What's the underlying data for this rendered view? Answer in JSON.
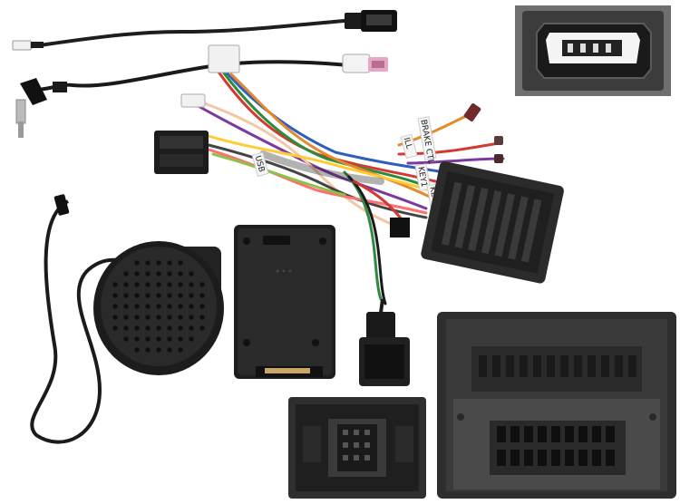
{
  "labels": {
    "brake": "BRAKE CTL",
    "usb": "USB",
    "key1": "KEY1",
    "key2": "KEY2",
    "ill": "ILL"
  },
  "colors": {
    "background": "#ffffff",
    "plastic": "#2b2b2b",
    "plastic_dark": "#1a1a1a",
    "panel_grey": "#6f6f6f",
    "connector_white": "#eeeeee",
    "connector_pink": "#e7a6c4",
    "wire_red": "#d33a2f",
    "wire_green": "#2e8b3e",
    "wire_blue": "#2e5fbf",
    "wire_orange": "#e38b2b",
    "wire_purple": "#7c3aa0"
  },
  "icons": [
    "usb-port",
    "round-speaker",
    "control-module",
    "plug-connector",
    "socket-connector"
  ]
}
